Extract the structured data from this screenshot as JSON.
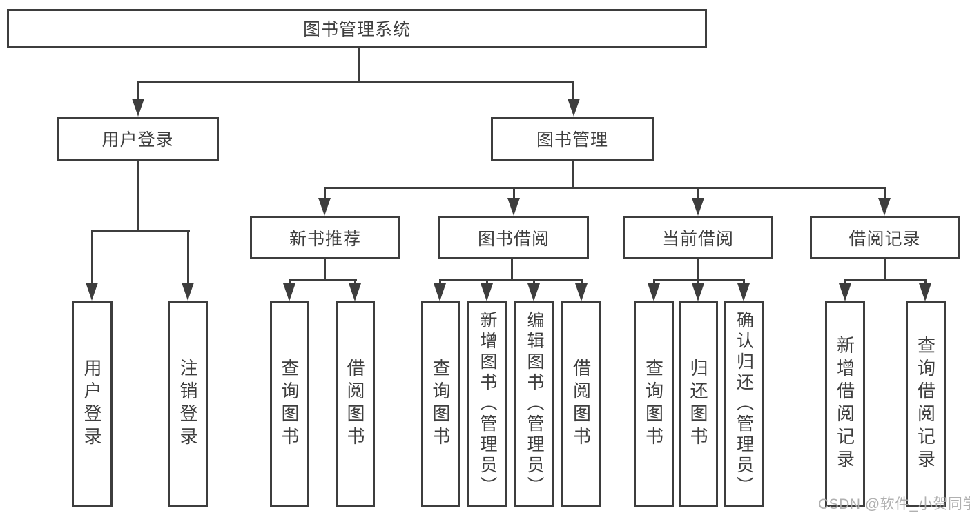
{
  "diagram_type": "hierarchical-function-structure",
  "tree": {
    "label": "图书管理系统",
    "children": [
      {
        "label": "用户登录",
        "children": [
          {
            "label": "用户登录"
          },
          {
            "label": "注销登录"
          }
        ]
      },
      {
        "label": "图书管理",
        "children": [
          {
            "label": "新书推荐",
            "children": [
              {
                "label": "查询图书"
              },
              {
                "label": "借阅图书"
              }
            ]
          },
          {
            "label": "图书借阅",
            "children": [
              {
                "label": "查询图书"
              },
              {
                "label": "新增图书（管理员）"
              },
              {
                "label": "编辑图书（管理员）"
              },
              {
                "label": "借阅图书"
              }
            ]
          },
          {
            "label": "当前借阅",
            "children": [
              {
                "label": "查询图书"
              },
              {
                "label": "归还图书"
              },
              {
                "label": "确认归还（管理员）"
              }
            ]
          },
          {
            "label": "借阅记录",
            "children": [
              {
                "label": "新增借阅记录"
              },
              {
                "label": "查询借阅记录"
              }
            ]
          }
        ]
      }
    ]
  },
  "watermark": {
    "text": "CSDN @软件_小贺同学",
    "color": "#acacac"
  },
  "colors": {
    "background": "#ffffff",
    "line": "#3d3d3d",
    "box_border": "#3d3d3d",
    "text": "#3e3e3e"
  }
}
